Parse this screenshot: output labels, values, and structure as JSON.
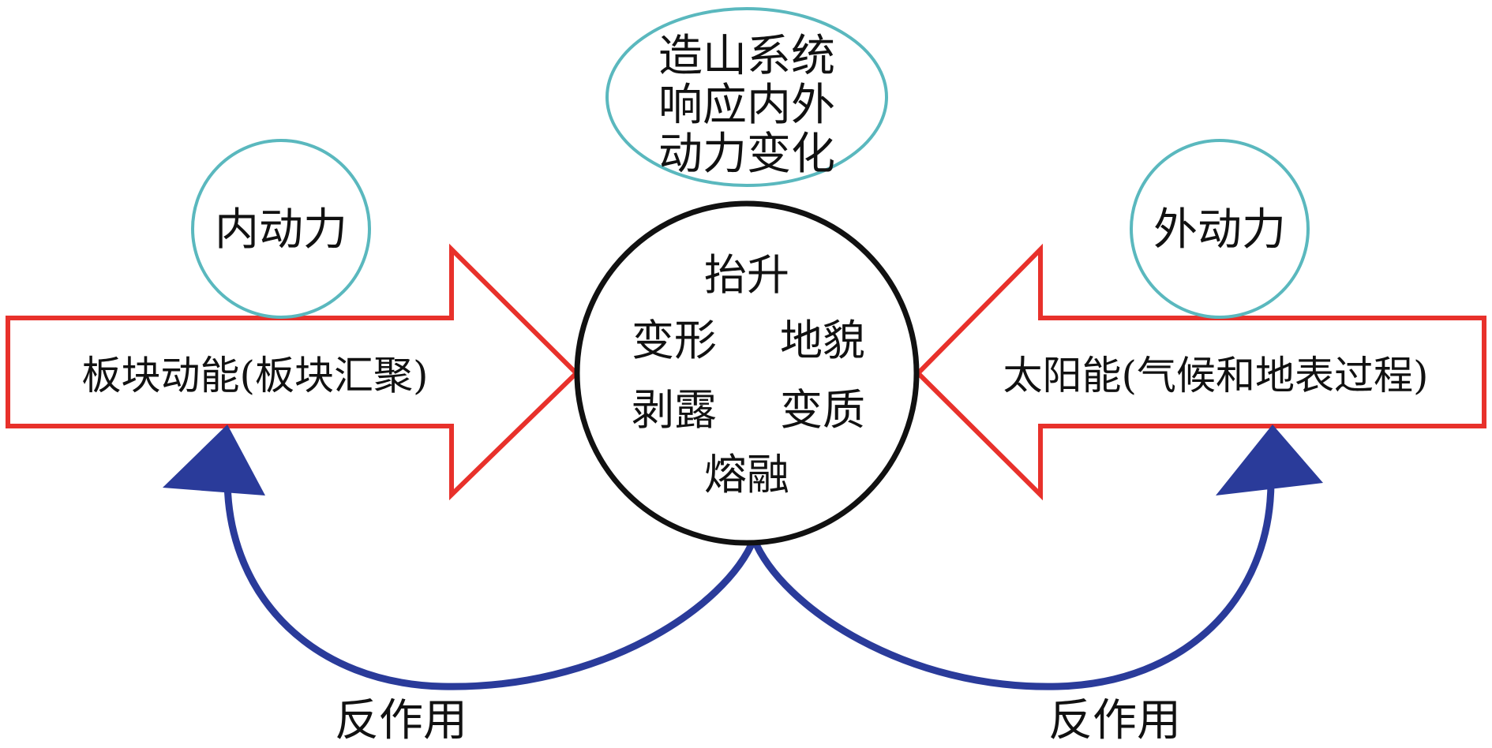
{
  "colors": {
    "teal_outline": "#5ab8be",
    "red_outline": "#e8312b",
    "blue_arrow": "#2a3b9a",
    "core_outline": "#111111",
    "text": "#111111"
  },
  "top_bubble": {
    "lines": [
      "造山系统",
      "响应内外",
      "动力变化"
    ]
  },
  "left_bubble": {
    "label": "内动力"
  },
  "right_bubble": {
    "label": "外动力"
  },
  "left_arrow": {
    "label": "板块动能(板块汇聚)"
  },
  "right_arrow": {
    "label": "太阳能(气候和地表过程)"
  },
  "core": {
    "top": "抬升",
    "row2_left": "变形",
    "row2_right": "地貌",
    "row3_left": "剥露",
    "row3_right": "变质",
    "bottom": "熔融"
  },
  "feedback_left": {
    "label": "反作用"
  },
  "feedback_right": {
    "label": "反作用"
  }
}
